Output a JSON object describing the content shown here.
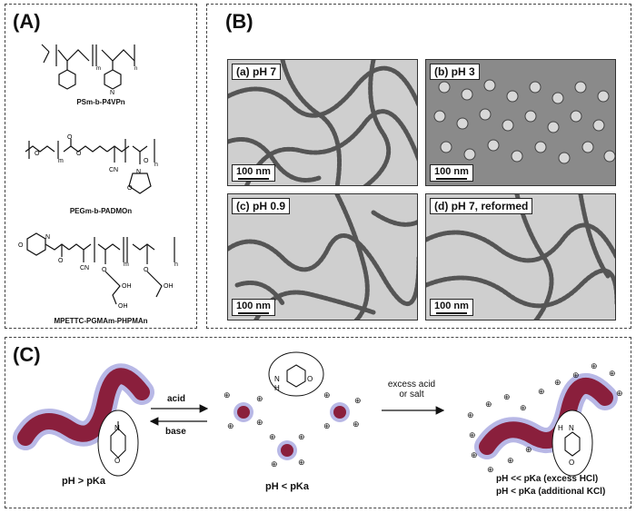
{
  "panel_a": {
    "label": "(A)",
    "molecules": [
      {
        "name": "PSm-b-P4VPn"
      },
      {
        "name": "PEGm-b-PADMOn"
      },
      {
        "name": "MPETTC-PGMAm-PHPMAn"
      }
    ]
  },
  "panel_b": {
    "label": "(B)",
    "images": [
      {
        "tag": "(a) pH 7",
        "scale": "100 nm"
      },
      {
        "tag": "(b) pH 3",
        "scale": "100 nm"
      },
      {
        "tag": "(c) pH 0.9",
        "scale": "100 nm"
      },
      {
        "tag": "(d) pH 7, reformed",
        "scale": "100 nm"
      }
    ]
  },
  "panel_c": {
    "label": "(C)",
    "arrow_acid": "acid",
    "arrow_base": "base",
    "arrow_excess": "excess acid or salt",
    "state1": "pH > pKa",
    "state2": "pH < pKa",
    "state3_line1": "pH << pKa (excess HCl)",
    "state3_line2": "pH < pKa (additional KCl)"
  },
  "colors": {
    "worm": "#8a1f3c",
    "corona": "#6f6fb0"
  }
}
